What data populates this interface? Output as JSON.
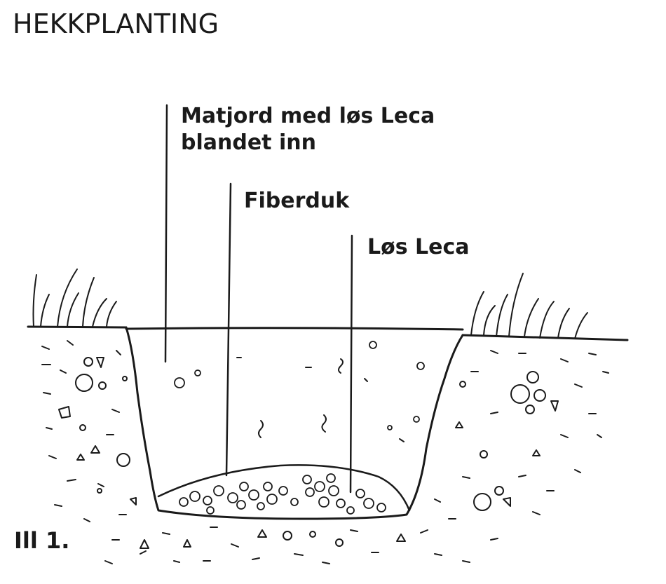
{
  "title": "HEKKPLANTING",
  "labels": {
    "matjord_line1": "Matjord med løs Leca",
    "matjord_line2": "blandet inn",
    "fiberduk": "Fiberduk",
    "los_leca": "Løs Leca"
  },
  "figure_caption": "Ill 1.",
  "colors": {
    "ink": "#1a1a1a",
    "background": "#ffffff"
  }
}
